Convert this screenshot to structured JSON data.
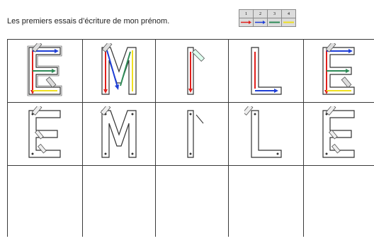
{
  "title": "Les premiers essais d’écriture de mon prénom.",
  "legend": {
    "steps": [
      {
        "number": "1",
        "color": "#e0201c"
      },
      {
        "number": "2",
        "color": "#1f3fd6"
      },
      {
        "number": "3",
        "color": "#2e8b57"
      },
      {
        "number": "4",
        "color": "#f0e020"
      }
    ]
  },
  "letters": [
    "E",
    "M",
    "I",
    "L",
    "E"
  ],
  "rows": [
    {
      "name": "model-row-with-arrows"
    },
    {
      "name": "model-row-outline"
    },
    {
      "name": "blank-writing-row"
    }
  ]
}
